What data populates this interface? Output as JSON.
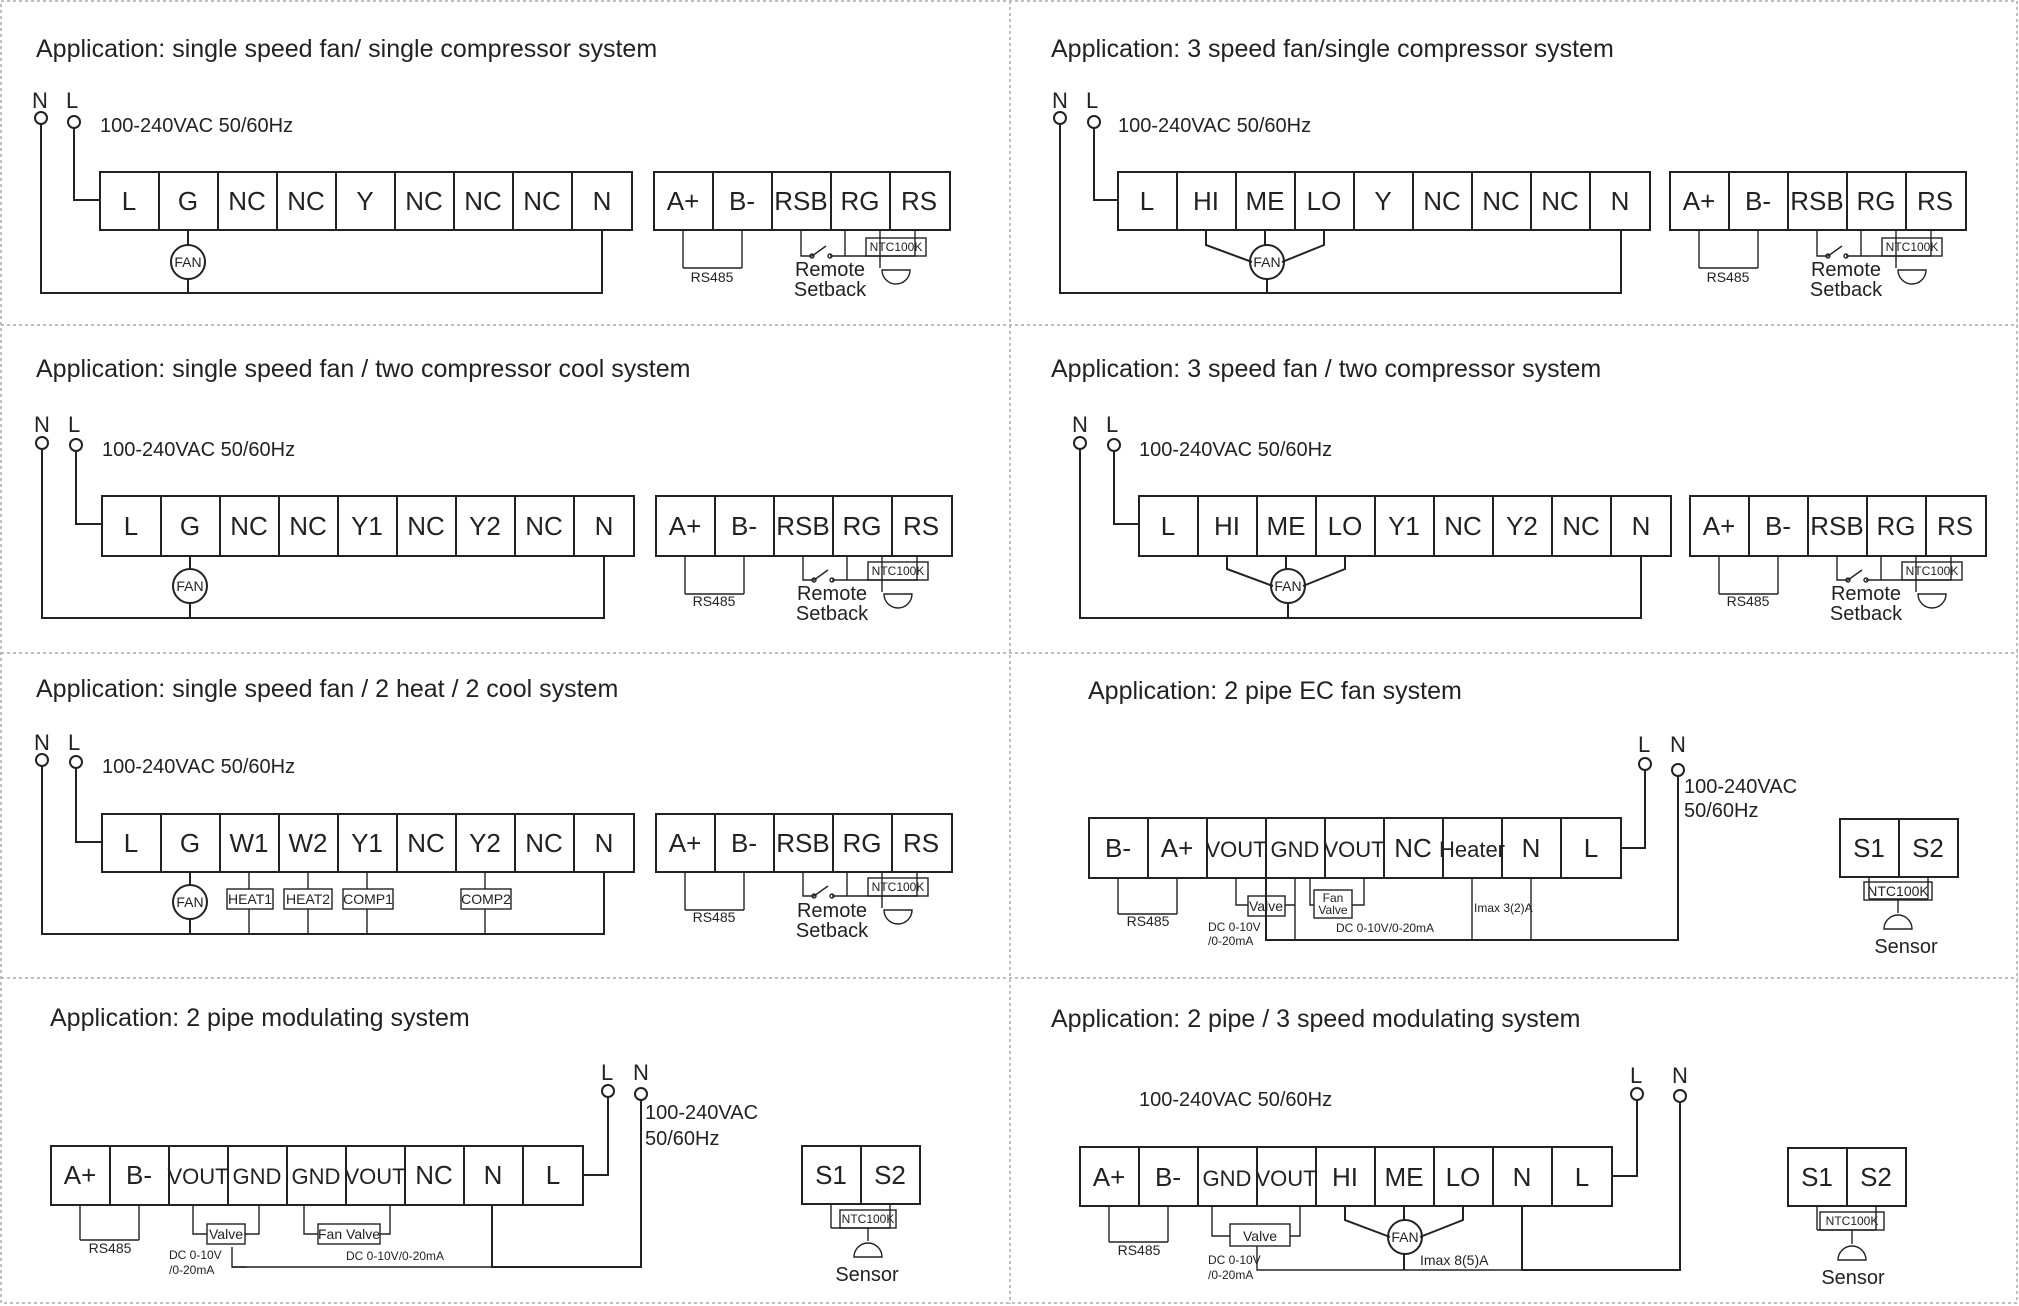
{
  "panels": {
    "p1": {
      "title": "Application: single speed fan/ single compressor system",
      "power": "100-240VAC 50/60Hz",
      "terminals": [
        "L",
        "G",
        "NC",
        "NC",
        "Y",
        "NC",
        "NC",
        "NC",
        "N"
      ],
      "bus": [
        "A+",
        "B-",
        "RSB",
        "RG",
        "RS"
      ]
    },
    "p2": {
      "title": "Application: 3 speed fan/single compressor system",
      "power": "100-240VAC 50/60Hz",
      "terminals": [
        "L",
        "HI",
        "ME",
        "LO",
        "Y",
        "NC",
        "NC",
        "NC",
        "N"
      ],
      "bus": [
        "A+",
        "B-",
        "RSB",
        "RG",
        "RS"
      ]
    },
    "p3": {
      "title": "Application: single speed fan / two compressor cool system",
      "power": "100-240VAC 50/60Hz",
      "terminals": [
        "L",
        "G",
        "NC",
        "NC",
        "Y1",
        "NC",
        "Y2",
        "NC",
        "N"
      ],
      "bus": [
        "A+",
        "B-",
        "RSB",
        "RG",
        "RS"
      ]
    },
    "p4": {
      "title": "Application: 3 speed fan / two compressor system",
      "power": "100-240VAC 50/60Hz",
      "terminals": [
        "L",
        "HI",
        "ME",
        "LO",
        "Y1",
        "NC",
        "Y2",
        "NC",
        "N"
      ],
      "bus": [
        "A+",
        "B-",
        "RSB",
        "RG",
        "RS"
      ]
    },
    "p5": {
      "title": "Application: single speed fan / 2 heat / 2 cool system",
      "power": "100-240VAC 50/60Hz",
      "terminals": [
        "L",
        "G",
        "W1",
        "W2",
        "Y1",
        "NC",
        "Y2",
        "NC",
        "N"
      ],
      "bus": [
        "A+",
        "B-",
        "RSB",
        "RG",
        "RS"
      ],
      "loads": [
        "HEAT1",
        "HEAT2",
        "COMP1",
        "COMP2"
      ]
    },
    "p6": {
      "title": "Application: 2 pipe EC fan system",
      "power1": "100-240VAC",
      "power2": "50/60Hz",
      "terminals": [
        "B-",
        "A+",
        "VOUT",
        "GND",
        "VOUT",
        "NC",
        "Heater",
        "N",
        "L"
      ],
      "sensor_terms": [
        "S1",
        "S2"
      ],
      "valve": "Valve",
      "fan_valve1": "Fan",
      "fan_valve2": "Valve",
      "dc1a": "DC 0-10V",
      "dc1b": "/0-20mA",
      "dc2": "DC 0-10V/0-20mA",
      "imax": "Imax 3(2)A"
    },
    "p7": {
      "title": "Application: 2 pipe modulating system",
      "power1": "100-240VAC",
      "power2": "50/60Hz",
      "terminals": [
        "A+",
        "B-",
        "VOUT",
        "GND",
        "GND",
        "VOUT",
        "NC",
        "N",
        "L"
      ],
      "sensor_terms": [
        "S1",
        "S2"
      ],
      "valve": "Valve",
      "fan_valve": "Fan Valve",
      "dc1a": "DC 0-10V",
      "dc1b": "/0-20mA",
      "dc2": "DC 0-10V/0-20mA"
    },
    "p8": {
      "title": "Application: 2 pipe / 3 speed modulating system",
      "power": "100-240VAC 50/60Hz",
      "terminals": [
        "A+",
        "B-",
        "GND",
        "VOUT",
        "HI",
        "ME",
        "LO",
        "N",
        "L"
      ],
      "sensor_terms": [
        "S1",
        "S2"
      ],
      "valve": "Valve",
      "dc1a": "DC 0-10V",
      "dc1b": "/0-20mA",
      "imax": "Imax 8(5)A"
    }
  },
  "common": {
    "n": "N",
    "l": "L",
    "fan": "FAN",
    "rs485": "RS485",
    "remote": "Remote",
    "setback": "Setback",
    "ntc": "NTC100K",
    "sensor": "Sensor"
  }
}
